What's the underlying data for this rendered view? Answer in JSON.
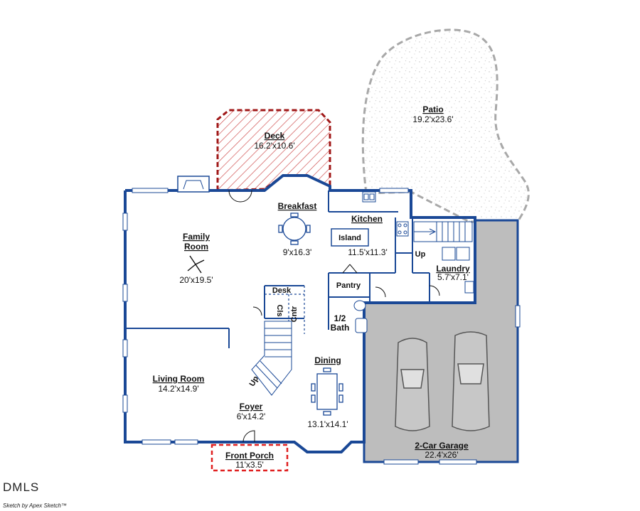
{
  "rooms": {
    "deck": {
      "name": "Deck",
      "size": "16.2'x10.6'"
    },
    "patio": {
      "name": "Patio",
      "size": "19.2'x23.6'"
    },
    "breakfast": {
      "name": "Breakfast",
      "size": "9'x16.3'"
    },
    "kitchen": {
      "name": "Kitchen",
      "size": "11.5'x11.3'"
    },
    "island": {
      "name": "Island"
    },
    "family": {
      "name_line1": "Family",
      "name_line2": "Room",
      "size": "20'x19.5'"
    },
    "laundry": {
      "name": "Laundry",
      "size": "5.7'x7.1'"
    },
    "pantry": {
      "name": "Pantry"
    },
    "half_bath": {
      "name_line1": "1/2",
      "name_line2": "Bath"
    },
    "desk": {
      "name": "Desk"
    },
    "closet": {
      "name": "Cls"
    },
    "center": {
      "name": "Cntr"
    },
    "living": {
      "name": "Living Room",
      "size": "14.2'x14.9'"
    },
    "dining": {
      "name": "Dining",
      "size": "13.1'x14.1'"
    },
    "foyer": {
      "name": "Foyer",
      "size": "6'x14.2'"
    },
    "garage": {
      "name": "2-Car Garage",
      "size": "22.4'x26'"
    },
    "porch": {
      "name": "Front Porch",
      "size": "11'x3.5'"
    }
  },
  "stairs": {
    "up_main": "Up",
    "up_kitchen": "Up"
  },
  "watermark": {
    "logo": "DMLS",
    "credit": "Sketch by Apex Sketch™"
  },
  "colors": {
    "wall": "#1a4896",
    "deck_outline": "#a01818",
    "porch_outline": "#e02020",
    "garage_fill": "#bdbdbd",
    "patio_outline": "#a8a8a8"
  }
}
